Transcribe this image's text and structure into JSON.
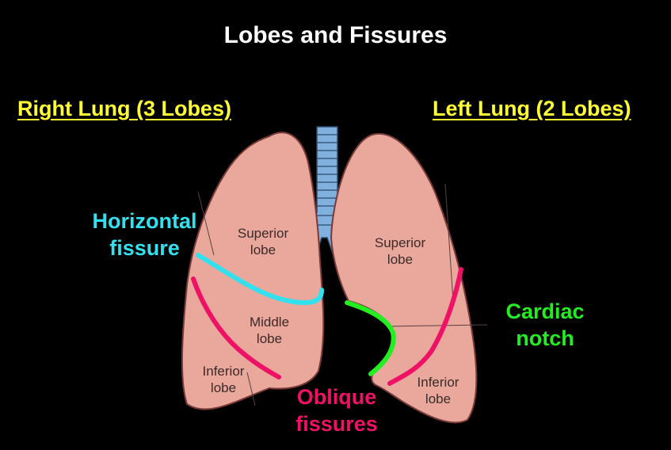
{
  "title": "Lobes and Fissures",
  "headings": {
    "right": "Right Lung (3 Lobes)",
    "left": "Left Lung (2 Lobes)"
  },
  "labels": {
    "horizontal": [
      "Horizontal",
      "fissure"
    ],
    "cardiac": [
      "Cardiac",
      "notch"
    ],
    "oblique": [
      "Oblique",
      "fissures"
    ]
  },
  "lobes": {
    "right_superior": [
      "Superior",
      "lobe"
    ],
    "right_middle": [
      "Middle",
      "lobe"
    ],
    "right_inferior": [
      "Inferior",
      "lobe"
    ],
    "left_superior": [
      "Superior",
      "lobe"
    ],
    "left_inferior": [
      "Inferior",
      "lobe"
    ]
  },
  "colors": {
    "heading": "#ffff33",
    "horizontal_fissure": "#33e0ee",
    "oblique_fissure": "#ee1166",
    "cardiac_notch": "#22ee22",
    "lung_fill": "#eaa89c",
    "lung_stroke": "#7a3a38",
    "trachea": "#7fb0de"
  }
}
